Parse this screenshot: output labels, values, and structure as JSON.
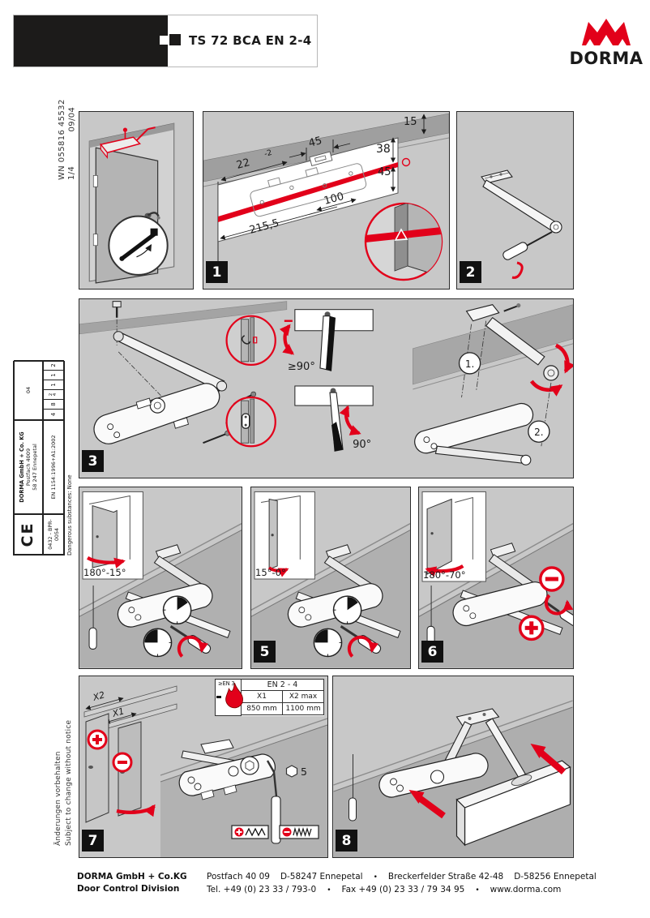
{
  "header": {
    "title": "TS 72 BCA EN 2-4",
    "brand": "DORMA"
  },
  "side": {
    "doc_number": "WN 055816 45532",
    "page": "1/4",
    "date": "09/04",
    "note_de": "Änderungen vorbehalten",
    "note_en": "Subject to change without notice"
  },
  "cert": {
    "ce": "CE",
    "number": "0432 - BPR-0054",
    "company": "DORMA GmbH + Co. KG",
    "addr1": "Postfach 4009",
    "addr2": "58 247 Ennepetal",
    "standard": "EN 1154:1996+A1:2002",
    "year": "04",
    "cls": [
      "4",
      "8",
      "2\n4",
      "1",
      "1",
      "2"
    ],
    "note": "Dangerous substances: None"
  },
  "panels": {
    "p1": {
      "number": "1",
      "d22": "22",
      "dtol": "-2",
      "d45": "45",
      "d15": "15",
      "d38": "38",
      "d45b": "45",
      "d100": "100",
      "d2155": "215,5"
    },
    "p2": {
      "number": "2"
    },
    "p3": {
      "number": "3",
      "amin": "≥90°",
      "a90": "90°",
      "s1": "1.",
      "s2": "2."
    },
    "p4": {
      "label": "180°-15°"
    },
    "p5": {
      "number": "5",
      "label": "15°-0°"
    },
    "p6": {
      "number": "6",
      "label": "180°-70°"
    },
    "p7": {
      "number": "7",
      "x1": "X1",
      "x2": "X2",
      "en3": "≥EN 3",
      "en24": "EN 2 - 4",
      "c1": "X1",
      "c2": "X2 max",
      "v1": "850 mm",
      "v2": "1100 mm",
      "hex": "5"
    },
    "p8": {
      "number": "8"
    }
  },
  "footer": {
    "company": "DORMA GmbH + Co.KG",
    "division": "Door Control Division",
    "addr": [
      "Postfach 40 09",
      "D-58247 Ennepetal",
      "Breckerfelder Straße 42-48",
      "D-58256 Ennepetal"
    ],
    "tel": [
      "Tel. +49 (0) 23 33 / 793-0",
      "Fax +49 (0) 23 33 / 79 34 95",
      "www.dorma.com"
    ],
    "bullet": "•"
  },
  "colors": {
    "red": "#e2001a",
    "panel_bg": "#c8c8c8",
    "wall": "#a6a6a6",
    "black": "#1a1a1a"
  }
}
